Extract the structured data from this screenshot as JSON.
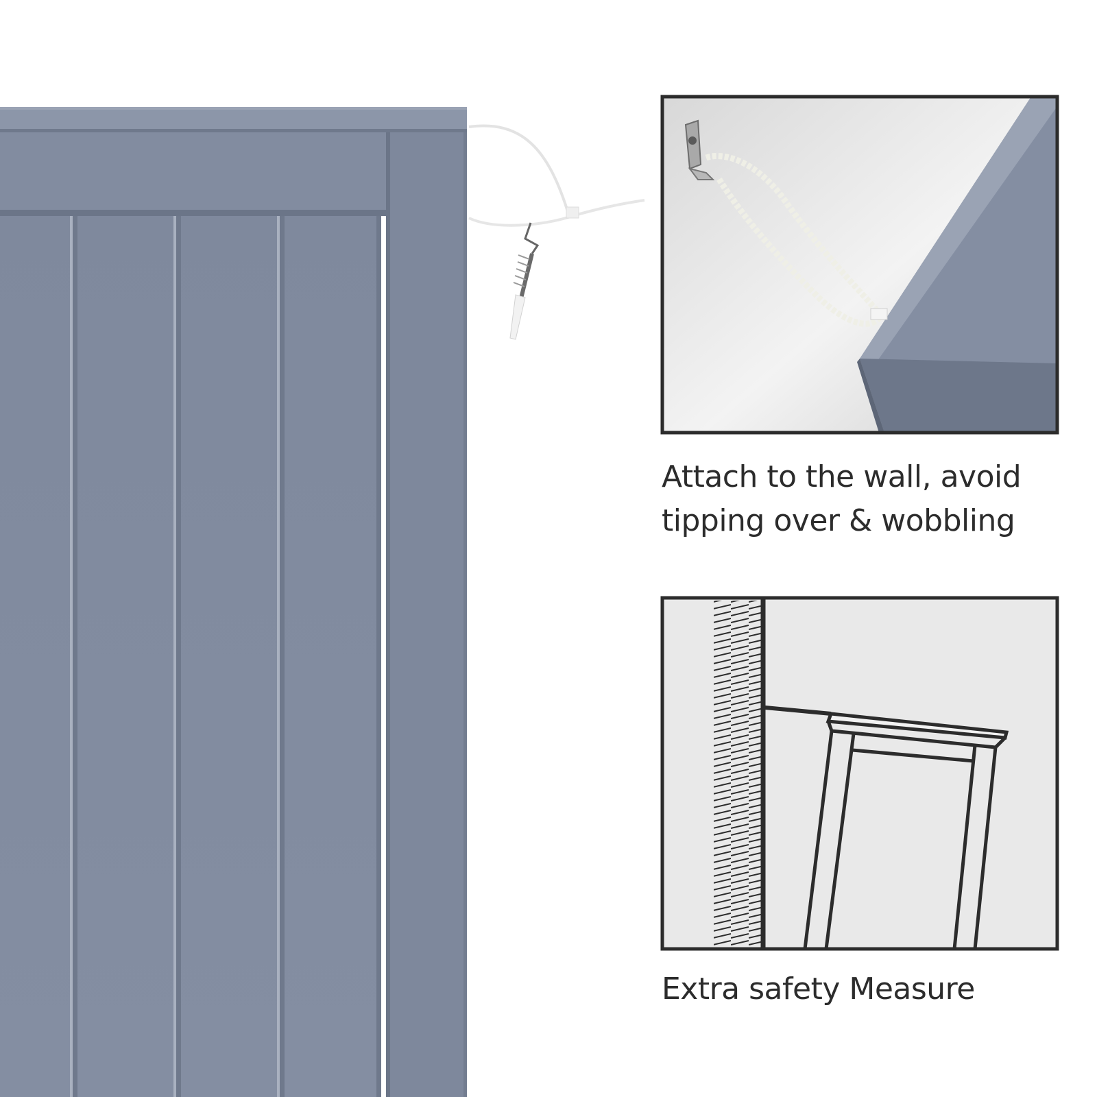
{
  "panels": [
    {
      "caption_lines": [
        "Attach to the wall, avoid",
        "tipping over & wobbling"
      ]
    },
    {
      "caption_lines": [
        "Extra safety Measure"
      ]
    }
  ],
  "colors": {
    "cabinet": "#808a9e",
    "cabinet_shadow": "#6e788b",
    "cabinet_highlight": "#a8b0bf",
    "frame": "#2c2c2c",
    "wall": "#e9e9e9",
    "cable_tie": "#ececec"
  },
  "icons": [
    "cable-tie-icon",
    "wall-anchor-screw-icon",
    "wall-bracket-icon"
  ]
}
